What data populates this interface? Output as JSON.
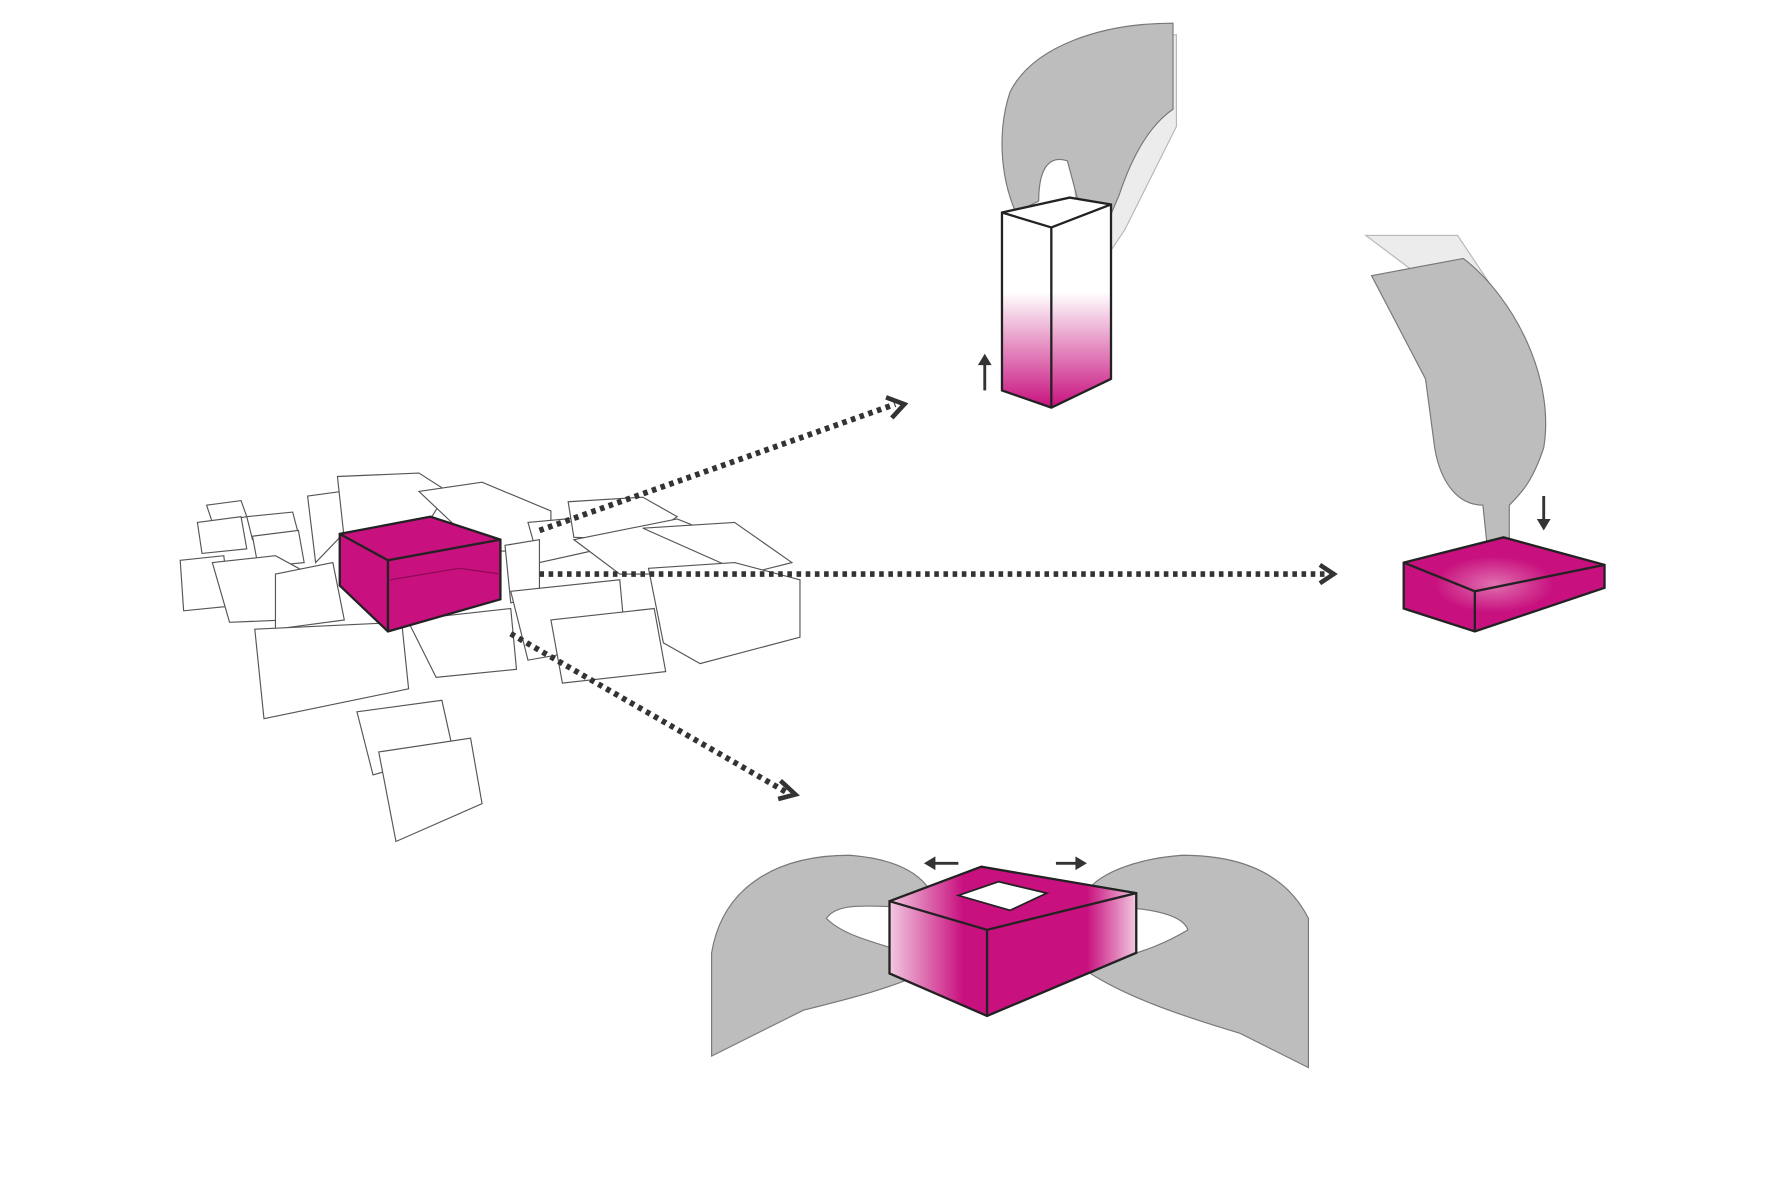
{
  "colors": {
    "accent": "#c8107e",
    "arrow": "#333333",
    "outline": "#555555",
    "background": "#ffffff"
  },
  "elements": {
    "context": "city-block-massing",
    "highlighted": "magenta-volume",
    "operations": [
      {
        "name": "extrude-up",
        "icon": "arrow-up-icon"
      },
      {
        "name": "press-down",
        "icon": "arrow-down-icon"
      },
      {
        "name": "stretch-sideways",
        "icon": "arrow-left-right-icon"
      }
    ]
  }
}
